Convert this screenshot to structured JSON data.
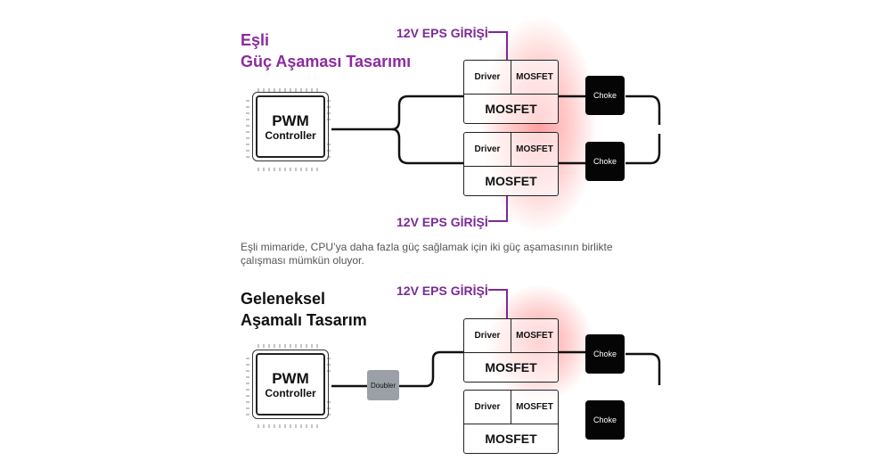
{
  "top": {
    "title_line1": "Eşli",
    "title_line2": "Güç Aşaması Tasarımı",
    "eps_upper": "12V EPS GİRİŞİ",
    "eps_lower": "12V EPS GİRİŞİ",
    "pwm_line1": "PWM",
    "pwm_line2": "Controller",
    "stage1": {
      "driver": "Driver",
      "mosfet_small": "MOSFET",
      "mosfet_large": "MOSFET"
    },
    "stage2": {
      "driver": "Driver",
      "mosfet_small": "MOSFET",
      "mosfet_large": "MOSFET"
    },
    "choke1": "Choke",
    "choke2": "Choke",
    "caption": "Eşli mimaride, CPU’ya daha fazla güç sağlamak için iki güç aşamasının birlikte çalışması mümkün oluyor."
  },
  "bottom": {
    "title_line1": "Geleneksel",
    "title_line2": "Aşamalı Tasarım",
    "eps": "12V EPS GİRİŞİ",
    "pwm_line1": "PWM",
    "pwm_line2": "Controller",
    "doubler": "Doubler",
    "stage1": {
      "driver": "Driver",
      "mosfet_small": "MOSFET",
      "mosfet_large": "MOSFET"
    },
    "stage2": {
      "driver": "Driver",
      "mosfet_small": "MOSFET",
      "mosfet_large": "MOSFET"
    },
    "choke1": "Choke",
    "choke2": "Choke"
  },
  "colors": {
    "accent_purple": "#8b2c9e",
    "glow_red": "#ff5050",
    "doubler_gray": "#9aa0a6"
  }
}
